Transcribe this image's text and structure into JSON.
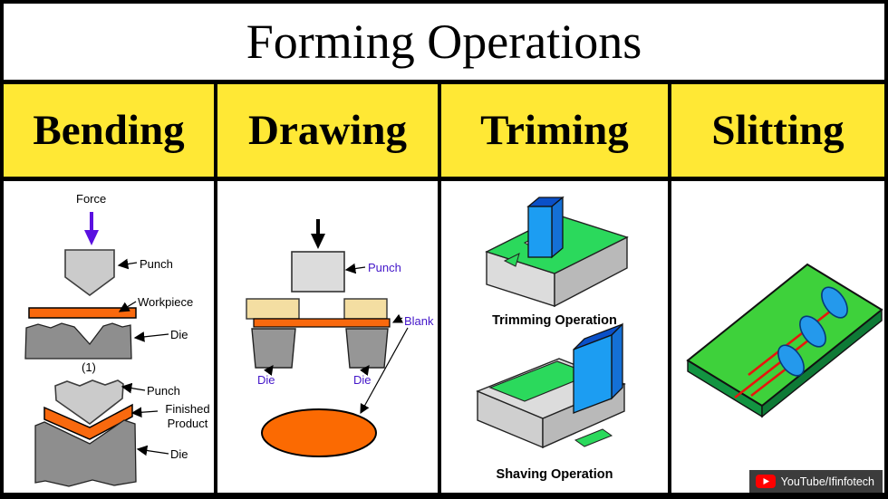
{
  "title": "Forming Operations",
  "columns": [
    {
      "label": "Bending"
    },
    {
      "label": "Drawing"
    },
    {
      "label": "Triming"
    },
    {
      "label": "Slitting"
    }
  ],
  "bending": {
    "force": "Force",
    "punch": "Punch",
    "workpiece": "Workpiece",
    "die": "Die",
    "step": "(1)",
    "punch2": "Punch",
    "finished_product": "Finished Product",
    "die2": "Die"
  },
  "drawing": {
    "punch": "Punch",
    "blank": "Blank",
    "die_left": "Die",
    "die_right": "Die"
  },
  "triming": {
    "trimming_caption": "Trimming Operation",
    "shaving_caption": "Shaving Operation"
  },
  "watermark": {
    "text": "YouTube/Ifinfotech"
  },
  "colors": {
    "header_yellow": "#FFE835",
    "workpiece_orange": "#F9690E",
    "blank_orange": "#FB6A02",
    "punch_gray": "#CBCBCB",
    "die_gray": "#8E8E8E",
    "holder_tan": "#F4DEA2",
    "label_purple": "#4316C9",
    "force_arrow_purple": "#5A10E0",
    "surface_green": "#2BD95C",
    "plate_green": "#3ED13B",
    "tool_blue": "#1C9DF2",
    "tool_blue_dark": "#0A50C8",
    "slit_red": "#E8150D",
    "youtube_red": "#FF0000"
  }
}
